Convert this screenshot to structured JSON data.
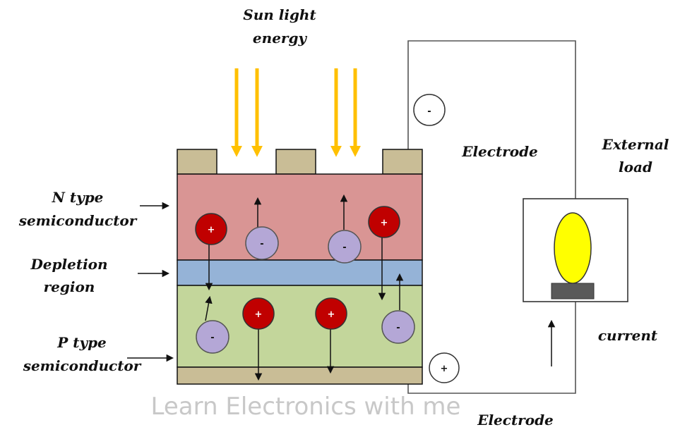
{
  "labels": {
    "sunlight_line1": "Sun light",
    "sunlight_line2": "energy",
    "n_type_line1": "N type",
    "n_type_line2": "semiconductor",
    "depletion_line1": "Depletion",
    "depletion_line2": "region",
    "p_type_line1": "P type",
    "p_type_line2": "semiconductor",
    "electrode_top": "Electrode",
    "electrode_bottom": "Electrode",
    "external_load_line1": "External",
    "external_load_line2": "load",
    "current": "current"
  },
  "charges": {
    "hole_sign": "+",
    "electron_sign": "-",
    "negative_terminal": "-",
    "positive_terminal": "+"
  },
  "watermark": "Learn Electronics with me",
  "colors": {
    "n_layer": "#d99594",
    "depletion_layer": "#95b3d7",
    "p_layer": "#c3d69b",
    "electrode_metal": "#c9bd96",
    "sun_arrow": "#ffc000",
    "hole": "#c00000",
    "electron": "#b4a7d6",
    "bulb": "#ffff00",
    "bulb_base": "#595959",
    "wire": "#555555"
  }
}
